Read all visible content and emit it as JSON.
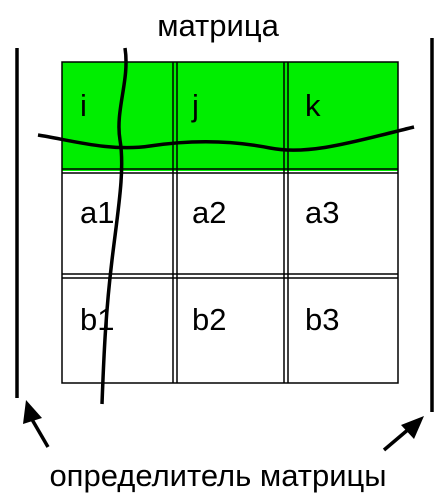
{
  "title": "матрица",
  "caption": "определитель матрицы",
  "colors": {
    "header_fill": "#00ee00",
    "cell_fill": "#ffffff",
    "line": "#000000"
  },
  "matrix": {
    "rows": [
      [
        "i",
        "j",
        "k"
      ],
      [
        "a1",
        "a2",
        "a3"
      ],
      [
        "b1",
        "b2",
        "b3"
      ]
    ]
  }
}
